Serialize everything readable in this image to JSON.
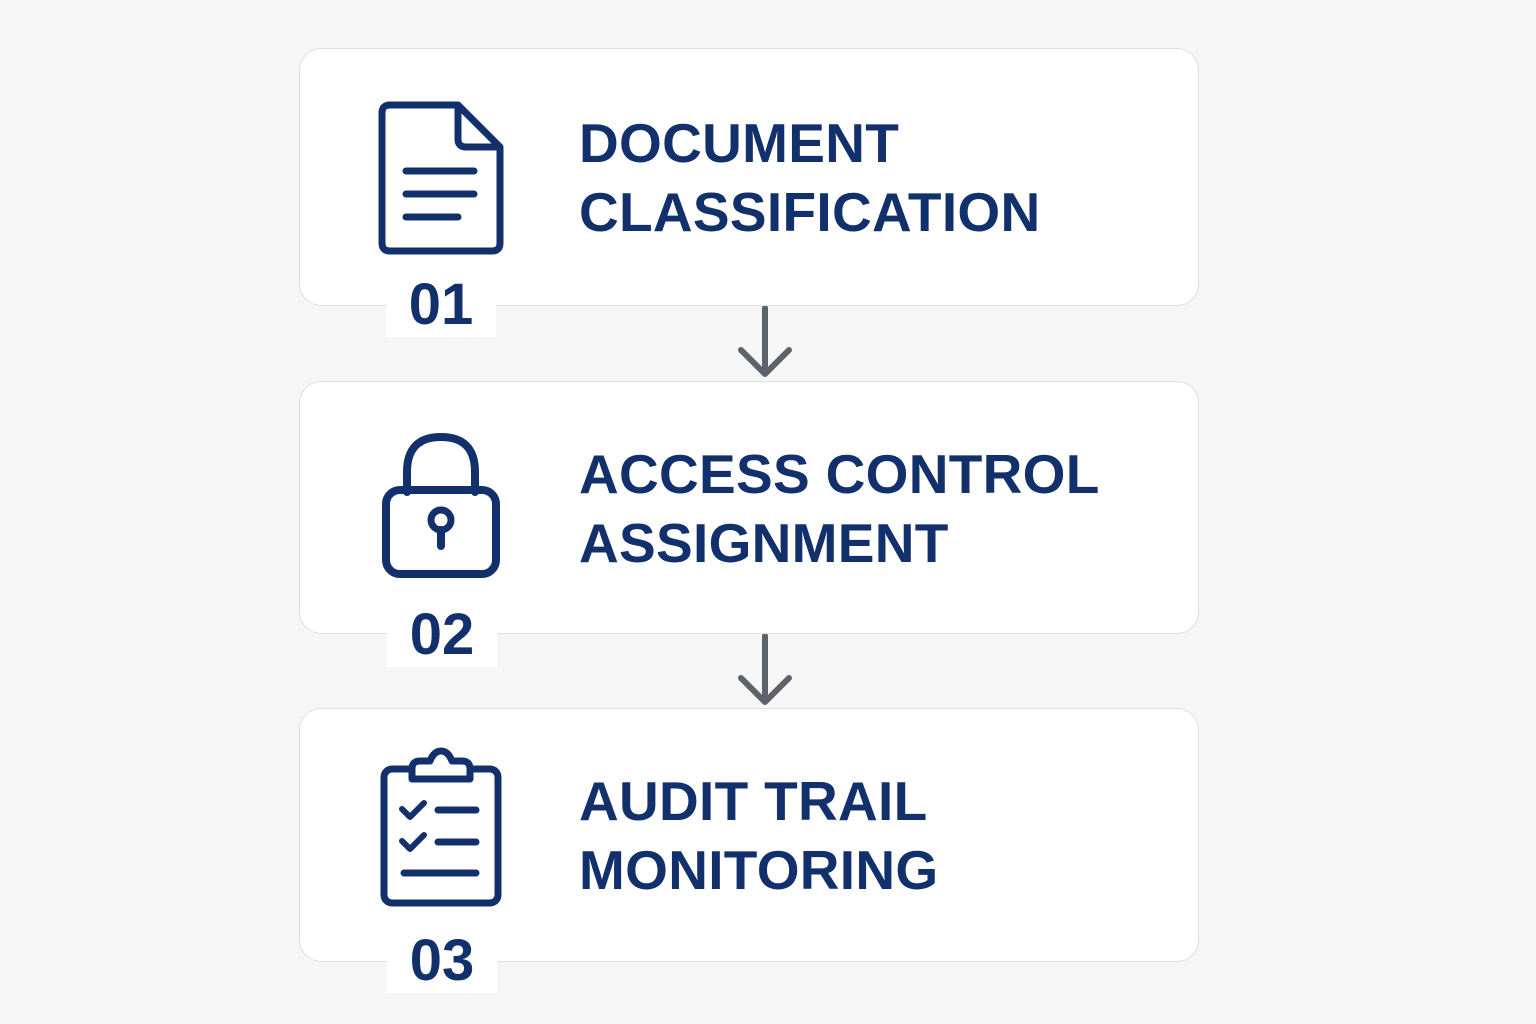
{
  "colors": {
    "background": "#f6f6f7",
    "card": "#ffffff",
    "card_border": "#dedfe3",
    "accent_navy": "#12306b",
    "arrow": "#5e636b"
  },
  "steps": [
    {
      "number": "01",
      "title_lines": [
        "DOCUMENT",
        "CLASSIFICATION"
      ],
      "icon": "document-icon"
    },
    {
      "number": "02",
      "title_lines": [
        "ACCESS CONTROL",
        "ASSIGNMENT"
      ],
      "icon": "padlock-icon"
    },
    {
      "number": "03",
      "title_lines": [
        "AUDIT TRAIL",
        "MONITORING"
      ],
      "icon": "clipboard-checklist-icon"
    }
  ],
  "connectors": [
    "arrow-down-icon",
    "arrow-down-icon"
  ]
}
